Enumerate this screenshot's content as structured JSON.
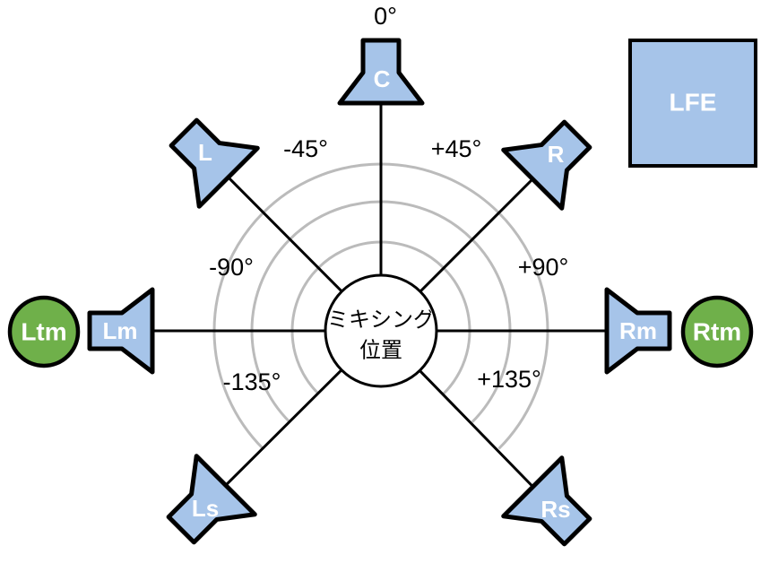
{
  "diagram": {
    "title": "surround-speaker-placement",
    "center_label": {
      "line1": "ミキシング",
      "line2": "位置"
    },
    "speakers": {
      "c": {
        "label": "C",
        "angle_label": "0°"
      },
      "l": {
        "label": "L",
        "angle_label": "-45°"
      },
      "r": {
        "label": "R",
        "angle_label": "+45°"
      },
      "lm": {
        "label": "Lm",
        "angle_label": "-90°"
      },
      "rm": {
        "label": "Rm",
        "angle_label": "+90°"
      },
      "ls": {
        "label": "Ls",
        "angle_label": "-135°"
      },
      "rs": {
        "label": "Rs",
        "angle_label": "+135°"
      }
    },
    "top_speakers": {
      "ltm": {
        "label": "Ltm"
      },
      "rtm": {
        "label": "Rtm"
      }
    },
    "lfe": {
      "label": "LFE"
    },
    "colors": {
      "speaker_fill": "#a6c4e9",
      "top_speaker_fill": "#6fb04a",
      "outline": "#000000",
      "arc_gray": "#bbbbbb",
      "speaker_label": "#ffffff",
      "text": "#000000",
      "background": "#ffffff"
    }
  }
}
